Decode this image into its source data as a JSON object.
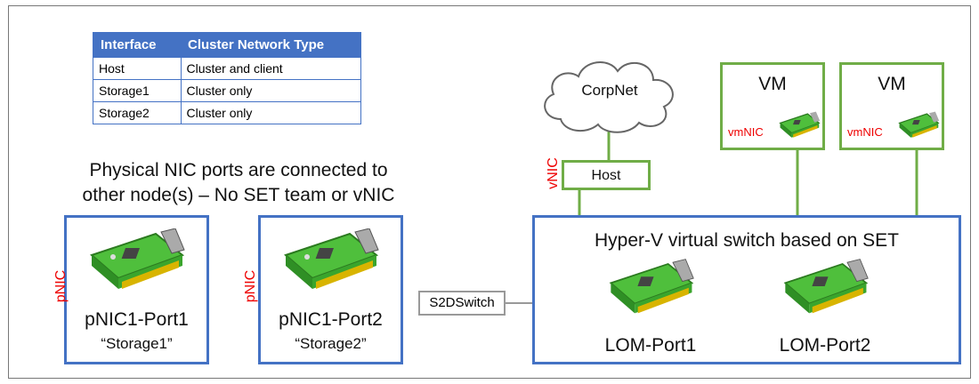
{
  "table": {
    "headers": [
      "Interface",
      "Cluster Network Type"
    ],
    "rows": [
      [
        "Host",
        "Cluster and client"
      ],
      [
        "Storage1",
        "Cluster only"
      ],
      [
        "Storage2",
        "Cluster only"
      ]
    ]
  },
  "note": {
    "line1": "Physical NIC ports are connected to",
    "line2": "other node(s) – No SET team or vNIC"
  },
  "pnic_cards": [
    {
      "side_label": "pNIC",
      "name": "pNIC1-Port1",
      "role": "“Storage1”"
    },
    {
      "side_label": "pNIC",
      "name": "pNIC1-Port2",
      "role": "“Storage2”"
    }
  ],
  "s2dswitch": "S2DSwitch",
  "corpnet": "CorpNet",
  "host": {
    "label": "Host",
    "side_label": "vNIC"
  },
  "vms": [
    {
      "label": "VM",
      "nic_label": "vmNIC"
    },
    {
      "label": "VM",
      "nic_label": "vmNIC"
    }
  ],
  "vswitch": {
    "title": "Hyper-V virtual switch based on SET",
    "ports": [
      "LOM-Port1",
      "LOM-Port2"
    ]
  },
  "colors": {
    "blue": "#4472c4",
    "green": "#70ad47",
    "red": "#e00000",
    "gray": "#999999"
  },
  "icons": [
    "nic-card-icon",
    "cloud-icon"
  ]
}
